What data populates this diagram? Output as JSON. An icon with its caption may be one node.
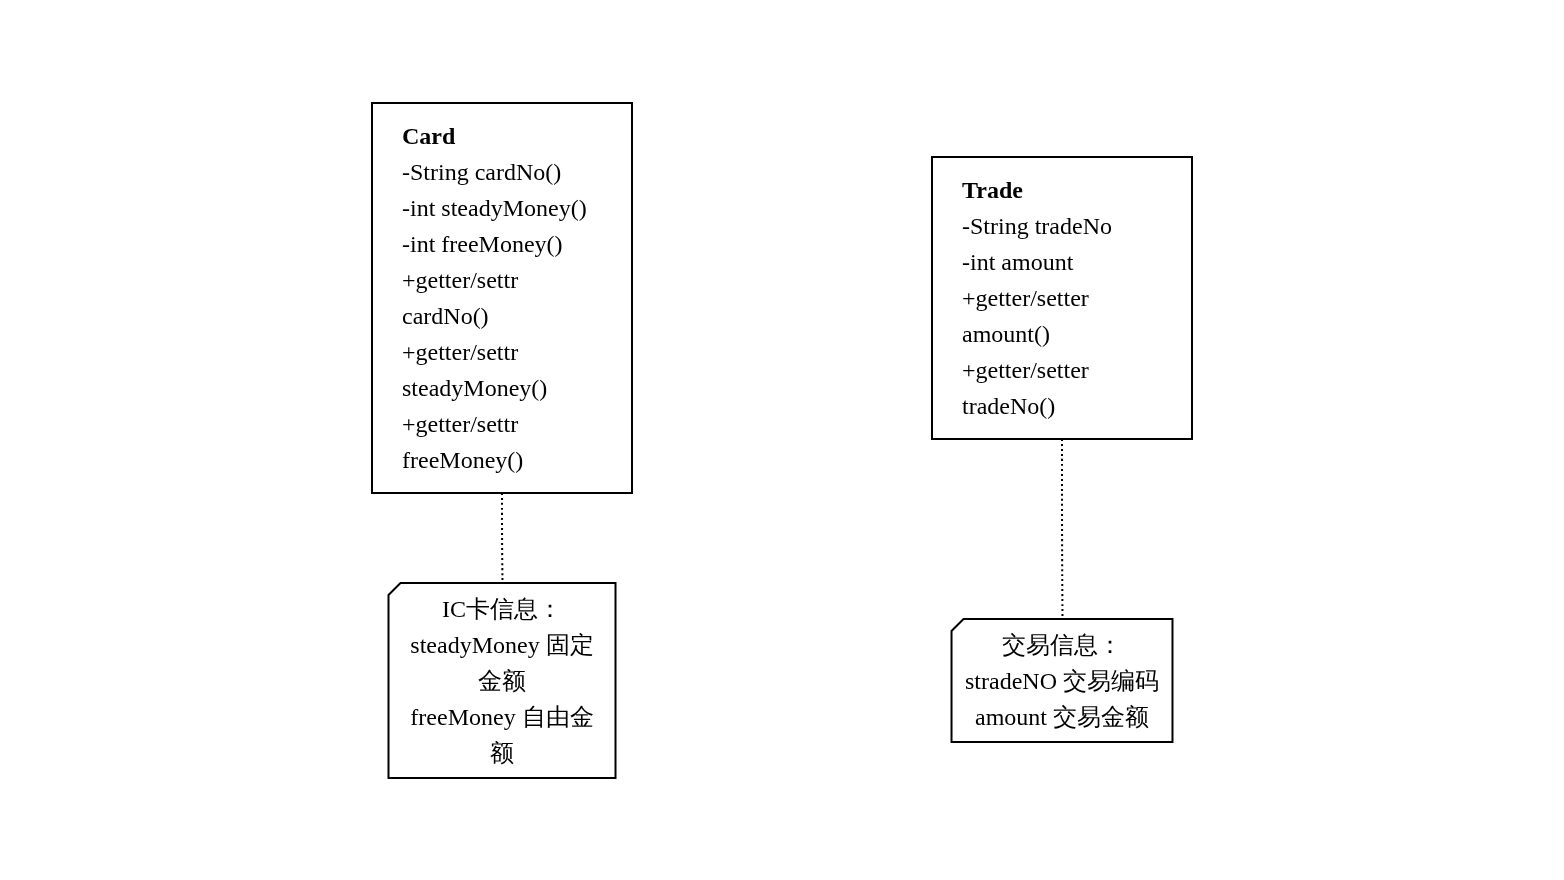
{
  "diagram": {
    "nodes": [
      {
        "text": [
          "Card",
          "-String cardNo() -int steadyMoney() -int freeMoney()",
          "+getter/settr cardNo() +getter/settr steadyMoney() +getter/settr freeMoney()"
        ]
      },
      {
        "text": [
          "Trade",
          "-String tradeNo -int amount",
          "+getter/setter amount() +getter/setter tradeNo()"
        ]
      },
      {
        "text": [
          "IC卡信息：",
          "steadyMoney 固定金额 freeMoney 自由金额"
        ]
      },
      {
        "text": [
          "交易信息：",
          "stradeNO 交易编码 amount 交易金额"
        ]
      }
    ],
    "edges": [
      {
        "from": 0,
        "to": 2,
        "arrow": "none",
        "style": "dashed"
      },
      {
        "from": 1,
        "to": 3,
        "arrow": "none",
        "style": "dashed"
      }
    ]
  }
}
